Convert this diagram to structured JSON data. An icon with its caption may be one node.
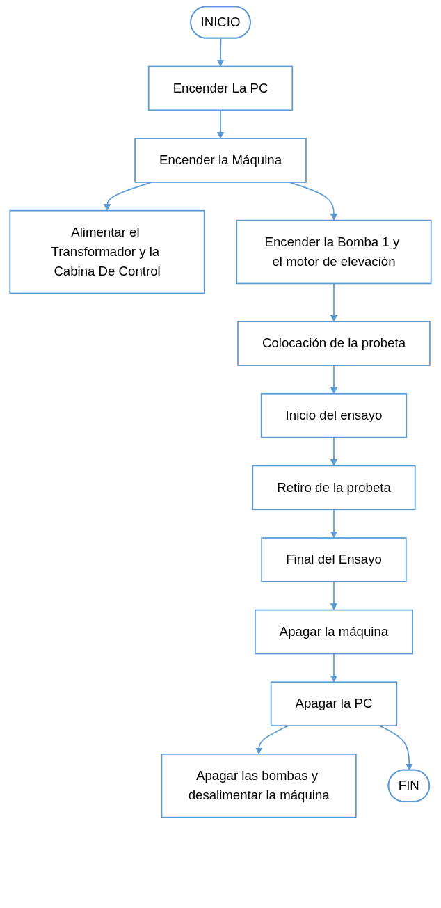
{
  "diagram": {
    "nodes": [
      {
        "text": [
          "INICIO"
        ]
      },
      {
        "text": [
          "Encender La PC"
        ]
      },
      {
        "text": [
          "Encender la Máquina"
        ]
      },
      {
        "text": [
          "Alimentar el Transformador y la Cabina De Control"
        ]
      },
      {
        "text": [
          "Encender la Bomba 1 y el motor de elevación"
        ]
      },
      {
        "text": [
          "Colocación de la probeta"
        ]
      },
      {
        "text": [
          "Inicio del ensayo"
        ]
      },
      {
        "text": [
          "Retiro de la probeta"
        ]
      },
      {
        "text": [
          "Final del Ensayo"
        ]
      },
      {
        "text": [
          "Apagar la máquina"
        ]
      },
      {
        "text": [
          "Apagar la PC"
        ]
      },
      {
        "text": [
          "Apagar las bombas y desalimentar la máquina"
        ]
      },
      {
        "text": [
          "FIN"
        ]
      }
    ],
    "edges": [
      {
        "from": 0,
        "to": 1,
        "arrow": "to"
      },
      {
        "from": 1,
        "to": 2,
        "arrow": "to"
      },
      {
        "from": 2,
        "to": 3,
        "arrow": "to"
      },
      {
        "from": 2,
        "to": 4,
        "arrow": "to"
      },
      {
        "from": 4,
        "to": 5,
        "arrow": "to"
      },
      {
        "from": 5,
        "to": 6,
        "arrow": "to"
      },
      {
        "from": 6,
        "to": 7,
        "arrow": "to"
      },
      {
        "from": 7,
        "to": 8,
        "arrow": "to"
      },
      {
        "from": 8,
        "to": 9,
        "arrow": "to"
      },
      {
        "from": 9,
        "to": 10,
        "arrow": "to"
      },
      {
        "from": 10,
        "to": 11,
        "arrow": "to"
      },
      {
        "from": 10,
        "to": 12,
        "arrow": "to"
      }
    ]
  }
}
